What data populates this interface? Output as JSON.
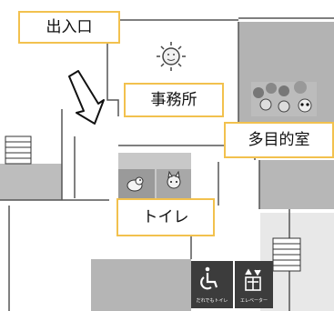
{
  "map": {
    "labels": {
      "entrance": "出入口",
      "office": "事務所",
      "multipurpose_room": "多目的室",
      "toilet": "トイレ"
    },
    "signs": {
      "accessible_toilet": "だれでもトイレ",
      "elevator": "エレベーター"
    },
    "icons": [
      "sun-icon",
      "down-arrow-icon",
      "animals-illustration",
      "bird-icon",
      "cat-icon",
      "wheelchair-icon",
      "elevator-icon"
    ],
    "colors": {
      "label_border": "#f2c14e",
      "dark_area": "#b3b3b3",
      "light_area": "#e6e6e6",
      "sign_bg": "#3c3c3c"
    }
  }
}
